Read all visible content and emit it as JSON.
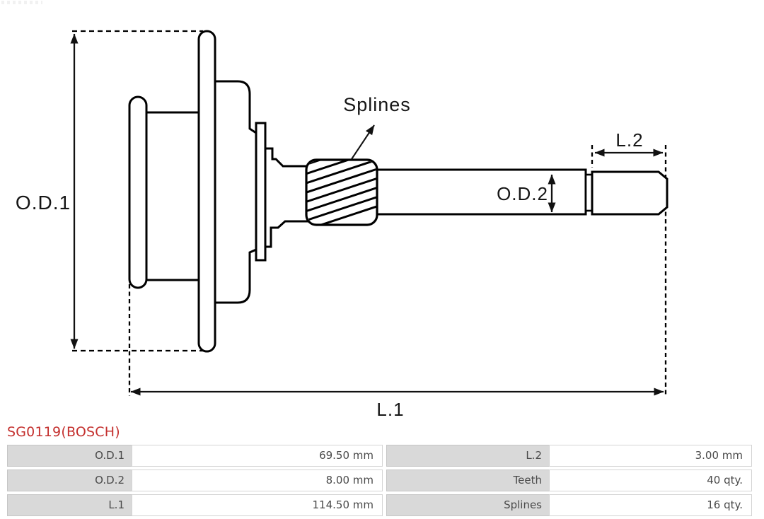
{
  "diagram": {
    "annotations": {
      "od1": "O.D.1",
      "od2": "O.D.2",
      "l1": "L.1",
      "l2": "L.2",
      "splines": "Splines"
    },
    "stroke_color": "#000000",
    "background_color": "#ffffff"
  },
  "part": {
    "number": "SG0119(BOSCH)",
    "number_color": "#c4302e"
  },
  "spec_table": {
    "label_bg": "#d9d9d9",
    "text_color": "#4a4a4a",
    "rows": [
      {
        "c1_label": "O.D.1",
        "c1_value": "69.50 mm",
        "c2_label": "L.2",
        "c2_value": "3.00 mm"
      },
      {
        "c1_label": "O.D.2",
        "c1_value": "8.00 mm",
        "c2_label": "Teeth",
        "c2_value": "40 qty."
      },
      {
        "c1_label": "L.1",
        "c1_value": "114.50 mm",
        "c2_label": "Splines",
        "c2_value": "16 qty."
      }
    ]
  }
}
